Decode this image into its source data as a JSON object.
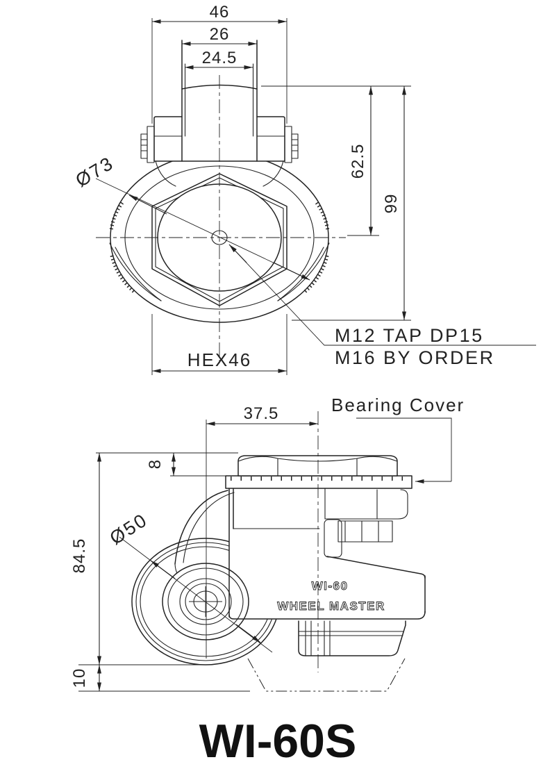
{
  "title": "WI-60S",
  "top_view": {
    "dim_width_outer": "46",
    "dim_width_mid": "26",
    "dim_width_inner": "24.5",
    "dim_height_upper": "62.5",
    "dim_height_total": "99",
    "dim_wheel_dia": "Ø73",
    "dim_hex": "HEX46",
    "note_tap_line1": "M12 TAP DP15",
    "note_tap_line2": "M16 BY ORDER"
  },
  "side_view": {
    "dim_offset": "37.5",
    "dim_nut_height": "8",
    "dim_total_height": "84.5",
    "dim_lift": "10",
    "dim_wheel_dia": "Ø50",
    "label_bearing_cover": "Bearing Cover",
    "brand_line1": "WI-60",
    "brand_line2": "WHEEL MASTER"
  },
  "colors": {
    "line": "#222222",
    "background": "#ffffff"
  }
}
